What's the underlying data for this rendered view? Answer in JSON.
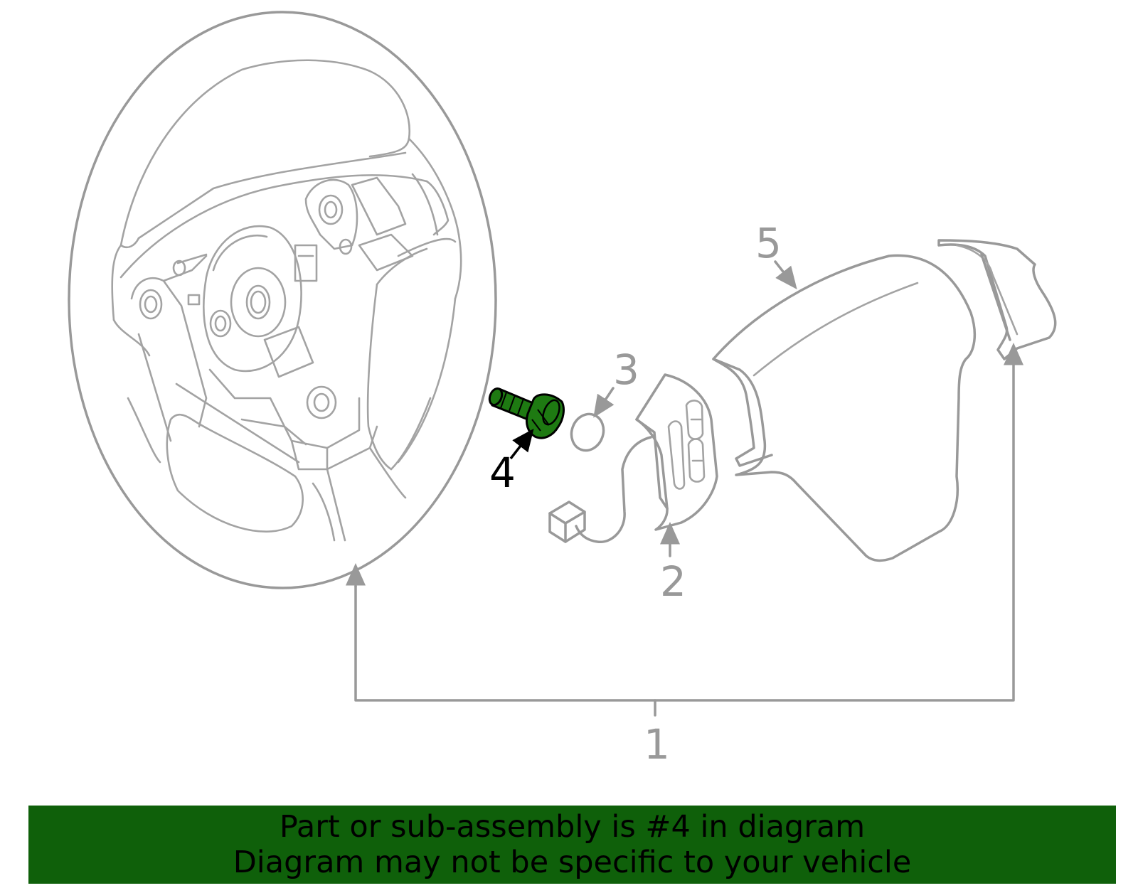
{
  "callouts": {
    "c1": "1",
    "c2": "2",
    "c3": "3",
    "c4": "4",
    "c5": "5"
  },
  "highlighted_part": "4",
  "colors": {
    "line": "#999999",
    "highlight_fill": "#1e7a12",
    "banner_bg": "#0f600a",
    "text": "#000000"
  },
  "banner": {
    "line1": "Part or sub-assembly is #4 in diagram",
    "line2": "Diagram may not be specific to your vehicle"
  }
}
